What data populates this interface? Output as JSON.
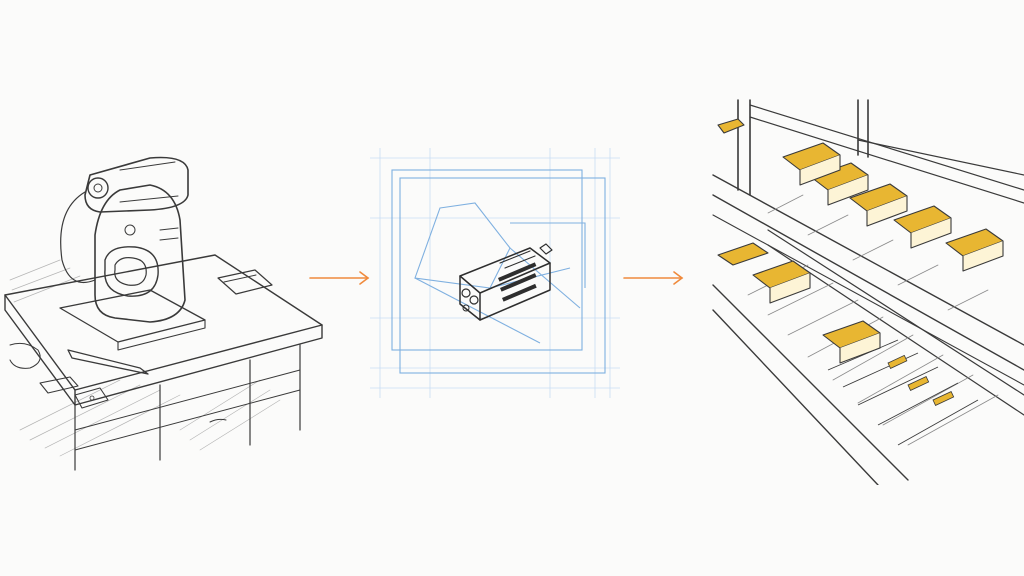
{
  "colors": {
    "background": "#fbfbfa",
    "pencil": "#3a3a3a",
    "pencil_light": "#9a9a9a",
    "blueprint": "#7fb0e0",
    "blueprint_light": "#c9def3",
    "arrow": "#f08a3c",
    "module_yellow": "#e8b632"
  },
  "panels": [
    {
      "id": "workbench",
      "icon": "robot-arm-sketch-icon"
    },
    {
      "id": "blueprint",
      "icon": "module-blueprint-icon"
    },
    {
      "id": "production-line",
      "icon": "conveyor-line-sketch-icon"
    }
  ],
  "arrows": [
    {
      "from": "workbench",
      "to": "blueprint",
      "icon": "arrow-right-icon"
    },
    {
      "from": "blueprint",
      "to": "production-line",
      "icon": "arrow-right-icon"
    }
  ]
}
